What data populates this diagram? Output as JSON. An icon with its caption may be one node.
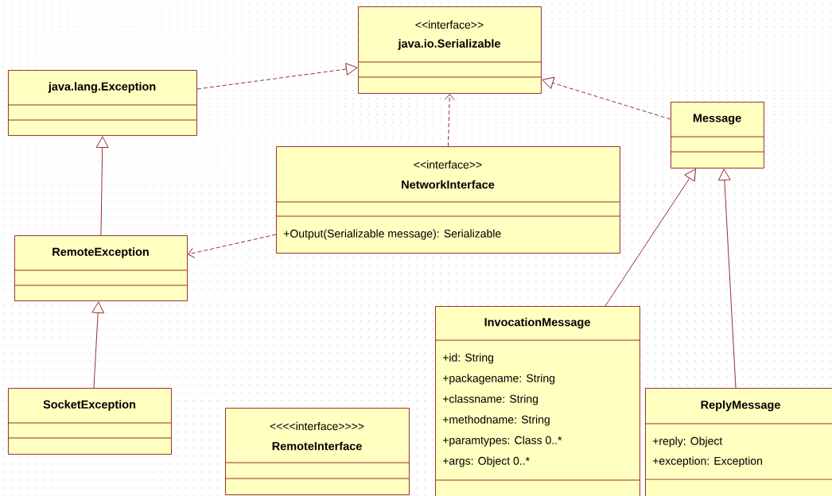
{
  "diagram": {
    "nodes": [
      {
        "text": [
          "<<interface>>",
          "java.io.Serializable"
        ]
      },
      {
        "text": [
          "java.lang.Exception"
        ]
      },
      {
        "text": [
          "Message"
        ]
      },
      {
        "text": [
          "<<interface>>",
          "NetworkInterface",
          "+Output(Serializable message): Serializable"
        ]
      },
      {
        "text": [
          "RemoteException"
        ]
      },
      {
        "text": [
          "InvocationMessage",
          "+id: String",
          "+packagename: String",
          "+classname: String",
          "+methodname: String",
          "+paramtypes: Class 0..*",
          "+args: Object 0..*"
        ]
      },
      {
        "text": [
          "SocketException"
        ]
      },
      {
        "text": [
          "<<<<interface>>>>",
          "RemoteInterface"
        ]
      },
      {
        "text": [
          "ReplyMessage",
          "+reply: Object",
          "+exception: Exception"
        ]
      }
    ],
    "edges": [
      {
        "from": 1,
        "to": 0,
        "arrow": "to",
        "style": "dashed"
      },
      {
        "from": 3,
        "to": 0,
        "arrow": "to",
        "style": "dashed"
      },
      {
        "from": 2,
        "to": 0,
        "arrow": "to",
        "style": "dashed"
      },
      {
        "from": 4,
        "to": 1,
        "arrow": "to"
      },
      {
        "from": 3,
        "to": 4,
        "arrow": "to",
        "style": "dashed"
      },
      {
        "from": 6,
        "to": 4,
        "arrow": "to"
      },
      {
        "from": 5,
        "to": 2,
        "arrow": "to"
      },
      {
        "from": 8,
        "to": 2,
        "arrow": "to"
      }
    ]
  }
}
